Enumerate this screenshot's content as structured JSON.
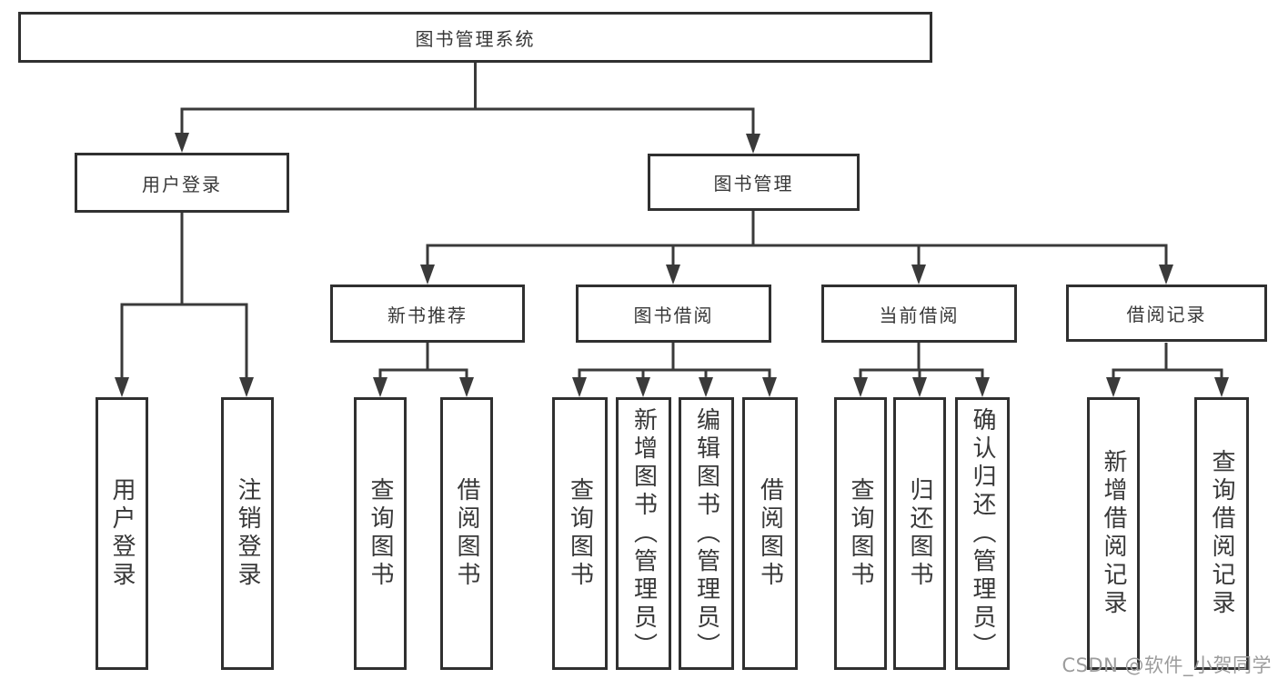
{
  "tree": {
    "root": {
      "label": "图书管理系统"
    },
    "level2": [
      {
        "label": "用户登录"
      },
      {
        "label": "图书管理"
      }
    ],
    "level3": [
      {
        "label": "新书推荐"
      },
      {
        "label": "图书借阅"
      },
      {
        "label": "当前借阅"
      },
      {
        "label": "借阅记录"
      }
    ],
    "leaves": {
      "user_login": [
        "用户登录",
        "注销登录"
      ],
      "new_book_recommend": [
        "查询图书",
        "借阅图书"
      ],
      "book_borrowing": [
        "查询图书",
        "新增图书（管理员）",
        "编辑图书（管理员）",
        "借阅图书"
      ],
      "current_borrowing": [
        "查询图书",
        "归还图书",
        "确认归还（管理员）"
      ],
      "borrowing_records": [
        "新增借阅记录",
        "查询借阅记录"
      ]
    }
  },
  "watermark": {
    "text": "CSDN @软件_小贺同学"
  },
  "colors": {
    "line": "#3a3a3a",
    "box_border": "#303030",
    "text": "#383838",
    "watermark": "#9c9c9c",
    "background": "#ffffff"
  }
}
